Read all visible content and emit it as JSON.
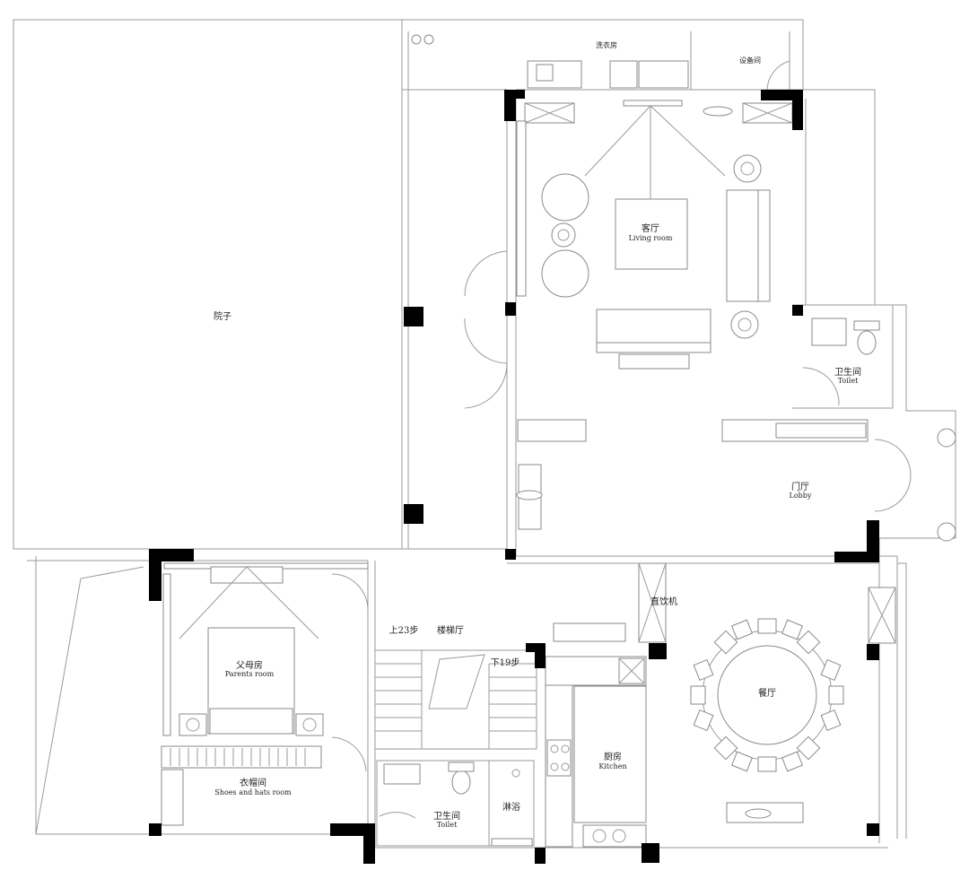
{
  "rooms": {
    "courtyard": "院子",
    "laundry": "洗衣房",
    "equipment": "设备间",
    "living_zh": "客厅",
    "living_en": "Living room",
    "toilet1_zh": "卫生间",
    "toilet1_en": "Toilet",
    "lobby_zh": "门厅",
    "lobby_en": "Lobby",
    "water_dispenser": "直饮机",
    "dining": "餐厅",
    "stair_up": "上23步",
    "stair_hall": "楼梯厅",
    "stair_down": "下19步",
    "parents_zh": "父母房",
    "parents_en": "Parents room",
    "kitchen_zh": "厨房",
    "kitchen_en": "Kitchen",
    "wardrobe_zh": "衣帽间",
    "wardrobe_en": "Shoes and hats room",
    "toilet2_zh": "卫生间",
    "toilet2_en": "Toilet",
    "shower": "淋浴"
  }
}
